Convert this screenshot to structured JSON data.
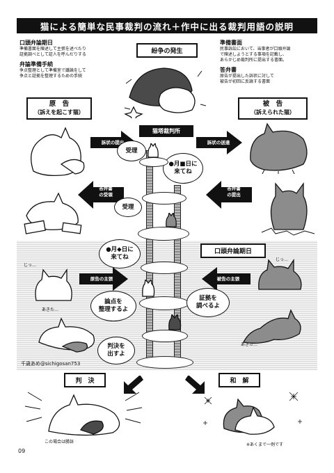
{
  "header": {
    "title": "猫による簡単な民事裁判の流れ＋作中に出る裁判用語の説明"
  },
  "glossary_left": [
    {
      "term": "口頭弁論期日",
      "desc": [
        "準備書面を陳述して主張を述べたり",
        "証拠調べとして証人を呼んだりする"
      ]
    },
    {
      "term": "弁論準備手続",
      "desc": [
        "争点整理として準備室で議論をして",
        "争点と証拠を整理するための手続"
      ]
    }
  ],
  "glossary_right": [
    {
      "term": "準備書面",
      "desc": [
        "民事訴訟において、当事者が口頭弁論",
        "で陳述しようとする事項を記載し、",
        "あらかじめ裁判所に提出する書面。"
      ]
    },
    {
      "term": "答弁書",
      "desc": [
        "原告が提出した訴状に対して",
        "被告が初回に反論する書面"
      ]
    }
  ],
  "labels": {
    "dispute": "紛争の発生",
    "plaintiff": "原　告",
    "plaintiff_sub": "（訴えを起こす猫）",
    "defendant": "被　告",
    "defendant_sub": "（訴えられた猫）",
    "court": "猫塔裁判所",
    "hearing_date": "口頭弁論期日",
    "ruling": "判　決",
    "settlement": "和　解"
  },
  "arrows": {
    "file_complaint": "訴状の提出",
    "serve_complaint": "訴状の送達",
    "answer_received": [
      "答弁書",
      "の受領"
    ],
    "answer_submitted": [
      "答弁書",
      "の提出"
    ],
    "plaintiff_claim": "原告の主張",
    "defendant_claim": "被告の主張"
  },
  "bubbles": {
    "accept1": "受理",
    "accept2": "受理",
    "come_date1": [
      "●月■日に",
      "来てね"
    ],
    "come_date2": [
      "●月◆日に",
      "来てね"
    ],
    "organize_issues": [
      "論点を",
      "整理するよ"
    ],
    "examine_evidence": [
      "証拠を",
      "調べるよ"
    ],
    "ruling_out": [
      "判決を",
      "出すよ"
    ]
  },
  "sfx": {
    "stare1": "じっ…",
    "stare2": "じっ…",
    "bored1": "あきた…",
    "bored2": "あきた…"
  },
  "credit": "千歳あめ@sichigosan753",
  "notes": {
    "ruling_note": "この場合は勝訴",
    "settlement_note": "※あくまで一例です"
  },
  "page_number": "09"
}
